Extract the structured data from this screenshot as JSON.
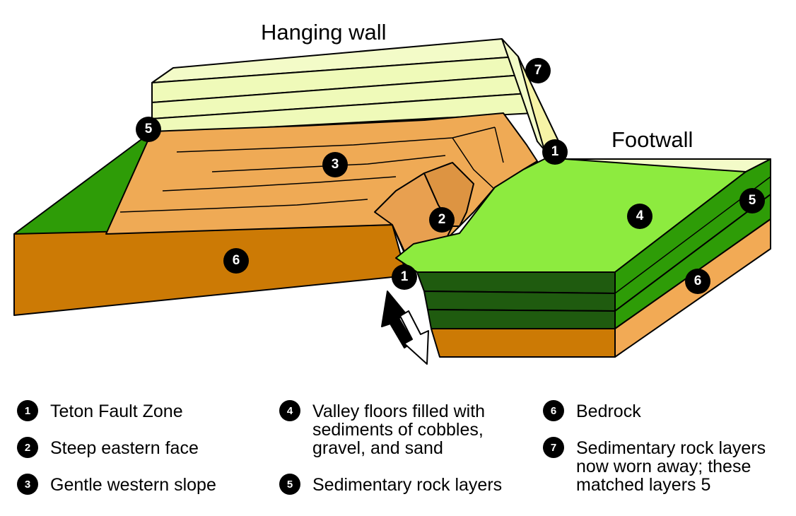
{
  "labels": {
    "hanging_wall": "Hanging wall",
    "footwall": "Footwall"
  },
  "markers": {
    "m1_top": "1",
    "m1_bottom": "1",
    "m2": "2",
    "m3": "3",
    "m4": "4",
    "m5_left": "5",
    "m5_right": "5",
    "m6_left": "6",
    "m6_right": "6",
    "m7": "7"
  },
  "legend": [
    {
      "num": "1",
      "text": "Teton Fault Zone"
    },
    {
      "num": "2",
      "text": "Steep eastern face"
    },
    {
      "num": "3",
      "text": "Gentle western slope"
    },
    {
      "num": "4",
      "lines": [
        "Valley floors filled with",
        "sediments of cobbles,",
        "gravel, and sand"
      ]
    },
    {
      "num": "5",
      "text": "Sedimentary rock layers"
    },
    {
      "num": "6",
      "text": "Bedrock"
    },
    {
      "num": "7",
      "lines": [
        "Sedimentary rock layers",
        "now worn away; these",
        "matched layers 5"
      ]
    }
  ],
  "colors": {
    "worn_layers": "#EFFAB9",
    "mountain_face": "#EFAA55",
    "bedrock": "#CC7A05",
    "bedrock_light": "#F2AA55",
    "valley_floor": "#8DEB3F",
    "green_layer": "#2E9C07",
    "dark_layer": "#1F5B0F"
  }
}
